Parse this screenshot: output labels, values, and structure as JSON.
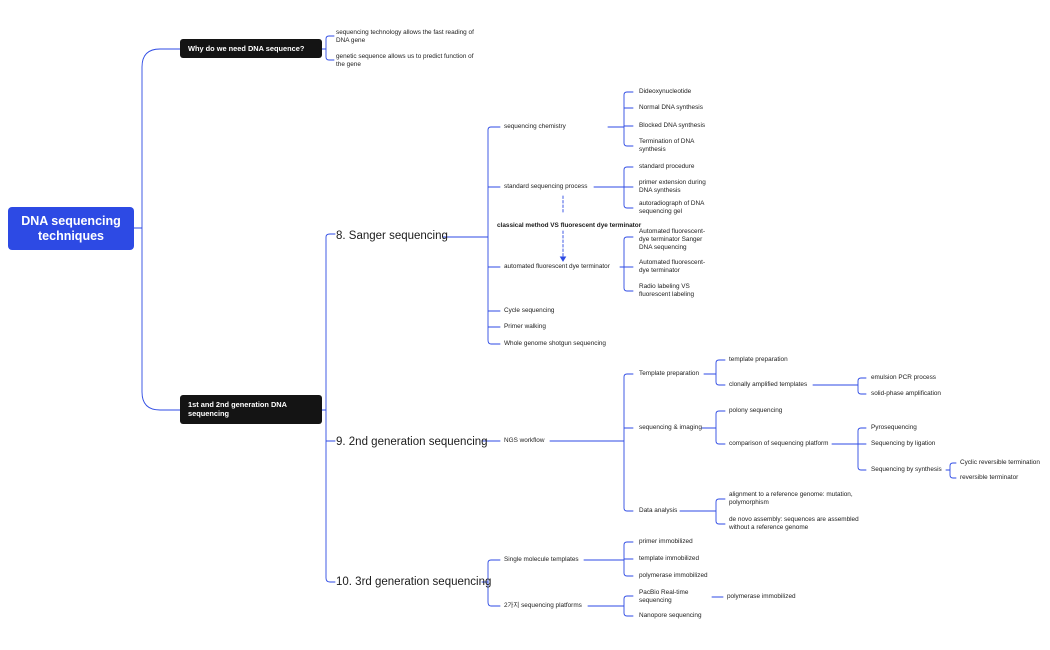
{
  "root": "DNA sequencing techniques",
  "why": {
    "title": "Why do we need DNA sequence?",
    "items": [
      "sequencing technology allows the fast reading of DNA gene",
      "genetic sequence allows us to predict function of the gene"
    ]
  },
  "gen12": {
    "title": "1st and 2nd generation DNA sequencing"
  },
  "sanger": {
    "title": "8. Sanger sequencing",
    "chemistry": {
      "label": "sequencing chemistry",
      "items": [
        "Dideoxynucleotide",
        "Normal DNA synthesis",
        "Blocked DNA synthesis",
        "Termination of DNA synthesis"
      ]
    },
    "standard": {
      "label": "standard sequencing process",
      "items": [
        "standard procedure",
        "primer extension during DNA synthesis",
        "autoradiograph of DNA sequencing gel"
      ]
    },
    "compare_note": "classical method VS fluorescent dye terminator",
    "automated": {
      "label": "automated fluorescent dye terminator",
      "items": [
        "Automated fluorescent-dye terminator Sanger DNA sequencing",
        "Automated fluorescent-dye terminator",
        "Radio labeling VS fluorescent labeling"
      ]
    },
    "others": [
      "Cycle sequencing",
      "Primer walking",
      "Whole genome shotgun sequencing"
    ]
  },
  "second": {
    "title": "9. 2nd generation sequencing",
    "workflow": "NGS workflow",
    "template_prep": {
      "label": "Template preparation",
      "items": [
        "template preparation",
        "clonally amplified templates"
      ],
      "clonal_items": [
        "emulsion PCR process",
        "solid-phase amplification"
      ]
    },
    "seq_imaging": {
      "label": "sequencing & imaging",
      "items": [
        "polony sequencing",
        "comparison of sequencing platform"
      ],
      "platforms": [
        "Pyrosequencing",
        "Sequencing by ligation",
        "Sequencing by synthesis"
      ],
      "synthesis_items": [
        "Cyclic reversible termination",
        "reversible terminator"
      ]
    },
    "data_analysis": {
      "label": "Data analysis",
      "items": [
        "alignment to a reference genome: mutation, polymorphism",
        "de novo assembly: sequences are assembled without a reference genome"
      ]
    }
  },
  "third": {
    "title": "10. 3rd generation sequencing",
    "single": {
      "label": "Single molecule templates",
      "items": [
        "primer immobilized",
        "template immobilized",
        "polymerase immobilized"
      ]
    },
    "platforms": {
      "label": "2가지 sequencing platforms",
      "items": [
        "PacBio Real-time sequencing",
        "Nanopore sequencing"
      ],
      "pacbio_child": "polymerase immobilized"
    }
  },
  "colors": {
    "primary": "#2d4ae4",
    "dark": "#141414",
    "text": "#1c1c1c"
  }
}
